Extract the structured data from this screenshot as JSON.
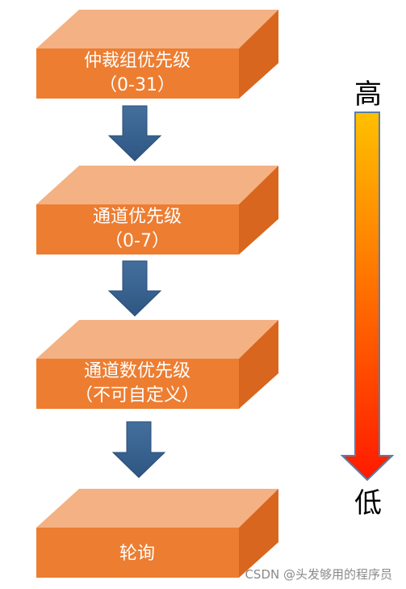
{
  "blocks": [
    {
      "line1": "仲裁组优先级",
      "line2": "（0-31）"
    },
    {
      "line1": "通道优先级",
      "line2": "（0-7）"
    },
    {
      "line1": "通道数优先级",
      "line2": "（不可自定义）"
    },
    {
      "line1": "轮询",
      "line2": ""
    }
  ],
  "scale": {
    "top_label": "高",
    "bottom_label": "低",
    "colors": [
      "#FFC000",
      "#FF0000"
    ]
  },
  "watermark": "CSDN @头发够用的程序员",
  "colors": {
    "block_top": "#F4B183",
    "block_front": "#ED7D31",
    "block_side": "#D9661E",
    "arrow": "#3C6693"
  }
}
